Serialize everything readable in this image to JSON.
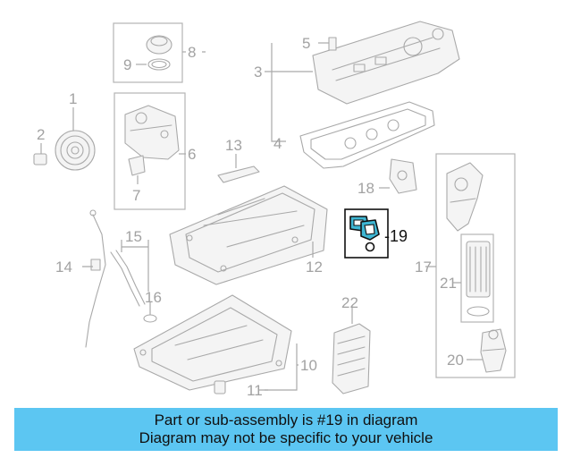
{
  "highlight_part": "19",
  "labels": {
    "p1": "1",
    "p2": "2",
    "p3": "3",
    "p4": "4",
    "p5": "5",
    "p6": "6",
    "p7": "7",
    "p8": "8",
    "p9": "9",
    "p10": "10",
    "p11": "11",
    "p12": "12",
    "p13": "13",
    "p14": "14",
    "p15": "15",
    "p16": "16",
    "p17": "17",
    "p18": "18",
    "p19": "-19",
    "p20": "20",
    "p21": "21",
    "p22": "22"
  },
  "banner": {
    "line1": "Part or sub-assembly is #19 in diagram",
    "line2": "Diagram may not be specific to your vehicle",
    "color": "#5cc6f2"
  },
  "colors": {
    "highlight": "#3fb6d3",
    "parts": "#a9a9a9"
  }
}
